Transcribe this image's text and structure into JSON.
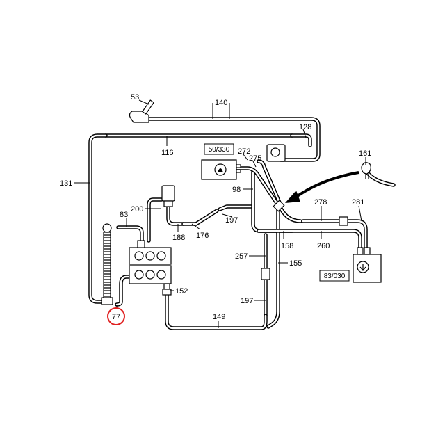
{
  "labels": {
    "l53": "53",
    "l140": "140",
    "l128": "128",
    "l116": "116",
    "l131": "131",
    "l161": "161",
    "l272": "272",
    "l275": "275",
    "l98": "98",
    "l278": "278",
    "l281": "281",
    "l200": "200",
    "l83": "83",
    "l197a": "197",
    "l176": "176",
    "l188": "188",
    "l158": "158",
    "l260": "260",
    "l257": "257",
    "l155": "155",
    "l152": "152",
    "l197b": "197",
    "l149": "149",
    "l77": "77"
  },
  "refboxes": {
    "r50_330": "50/330",
    "r83_030": "83/030"
  },
  "highlight": {
    "part": "77",
    "color": "#e02020"
  }
}
